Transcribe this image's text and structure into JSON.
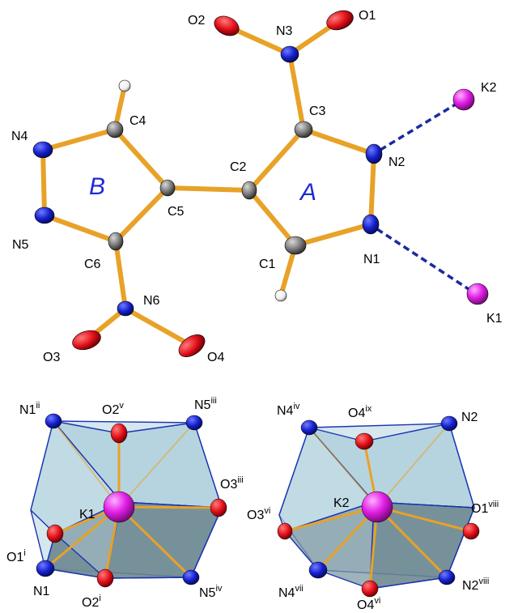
{
  "colors": {
    "bond": "#e8a227",
    "nitrogen": "#1420cc",
    "oxygen": "#e3101a",
    "carbon": "#7a7a7a",
    "hydrogen": "#f2f2f2",
    "potassium": "#e21ee6",
    "contact": "#1a2aa0",
    "face": "#9fc3cf",
    "edge": "#1a33b3"
  },
  "molecule": {
    "ring_labels": {
      "a": "A",
      "b": "B"
    },
    "atoms": {
      "O2": "O2",
      "N3": "N3",
      "O1": "O1",
      "K2": "K2",
      "C4": "C4",
      "C3": "C3",
      "N4": "N4",
      "N2": "N2",
      "C2": "C2",
      "C5": "C5",
      "N5": "N5",
      "C6": "C6",
      "C1": "C1",
      "N1": "N1",
      "N6": "N6",
      "K1": "K1",
      "O3": "O3",
      "O4": "O4"
    }
  },
  "polyhedron_k1": {
    "center": "K1",
    "labels": [
      {
        "base": "N1",
        "sup": "ii"
      },
      {
        "base": "O2",
        "sup": "v"
      },
      {
        "base": "N5",
        "sup": "iii"
      },
      {
        "base": "O3",
        "sup": "iii"
      },
      {
        "base": "O1",
        "sup": "i"
      },
      {
        "base": "N1",
        "sup": ""
      },
      {
        "base": "O2",
        "sup": "i"
      },
      {
        "base": "N5",
        "sup": "iv"
      }
    ]
  },
  "polyhedron_k2": {
    "center": "K2",
    "labels": [
      {
        "base": "N4",
        "sup": "iv"
      },
      {
        "base": "O4",
        "sup": "ix"
      },
      {
        "base": "N2",
        "sup": ""
      },
      {
        "base": "O1",
        "sup": "viii"
      },
      {
        "base": "O3",
        "sup": "vi"
      },
      {
        "base": "N4",
        "sup": "vii"
      },
      {
        "base": "O4",
        "sup": "vi"
      },
      {
        "base": "N2",
        "sup": "viii"
      }
    ]
  }
}
